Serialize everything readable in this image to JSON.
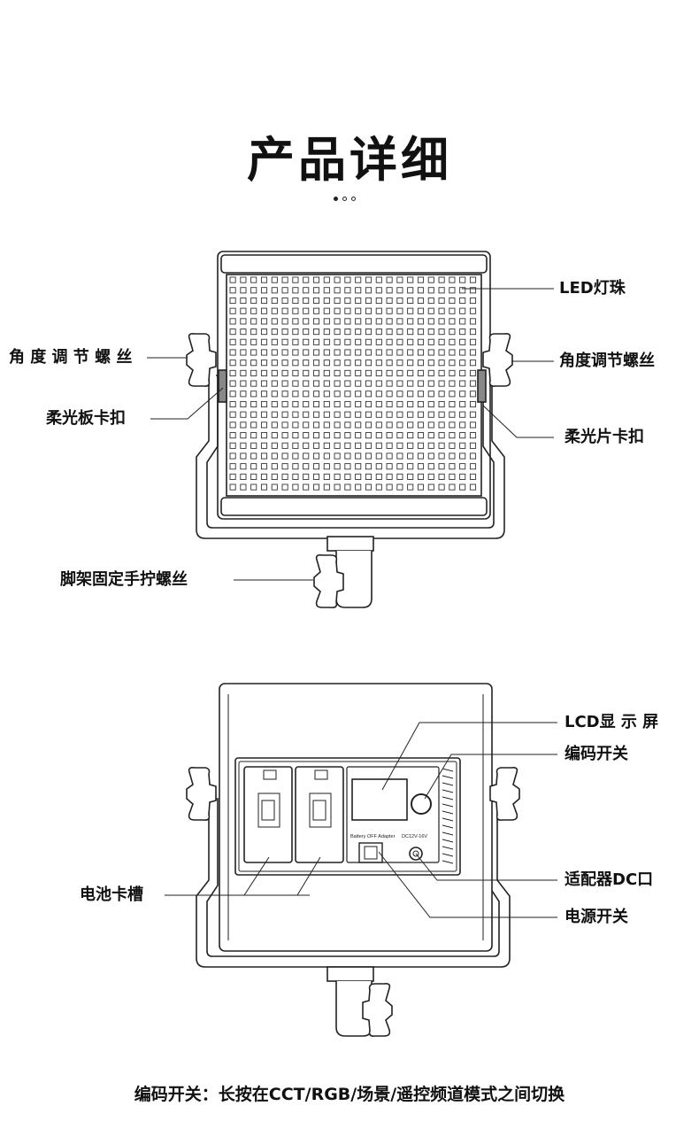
{
  "title": "产品详细",
  "front_view": {
    "callouts": {
      "led_beads": "LED灯珠",
      "angle_screw_left": "角 度 调 节 螺 丝",
      "angle_screw_right": "角度调节螺丝",
      "diffuser_board_clip": "柔光板卡扣",
      "diffuser_sheet_clip": "柔光片卡扣",
      "stand_hand_screw": "脚架固定手拧螺丝"
    }
  },
  "back_view": {
    "callouts": {
      "lcd_screen": "LCD显 示 屏",
      "encoder_switch": "编码开关",
      "adapter_dc_port": "适配器DC口",
      "power_switch": "电源开关",
      "battery_slot": "电池卡槽"
    },
    "panel_labels": {
      "battery_off_adapter": "Battery  OFF  Adapter",
      "dc_input": "DC12V-16V"
    }
  },
  "footer_note": "编码开关：长按在CCT/RGB/场景/遥控频道模式之间切换"
}
